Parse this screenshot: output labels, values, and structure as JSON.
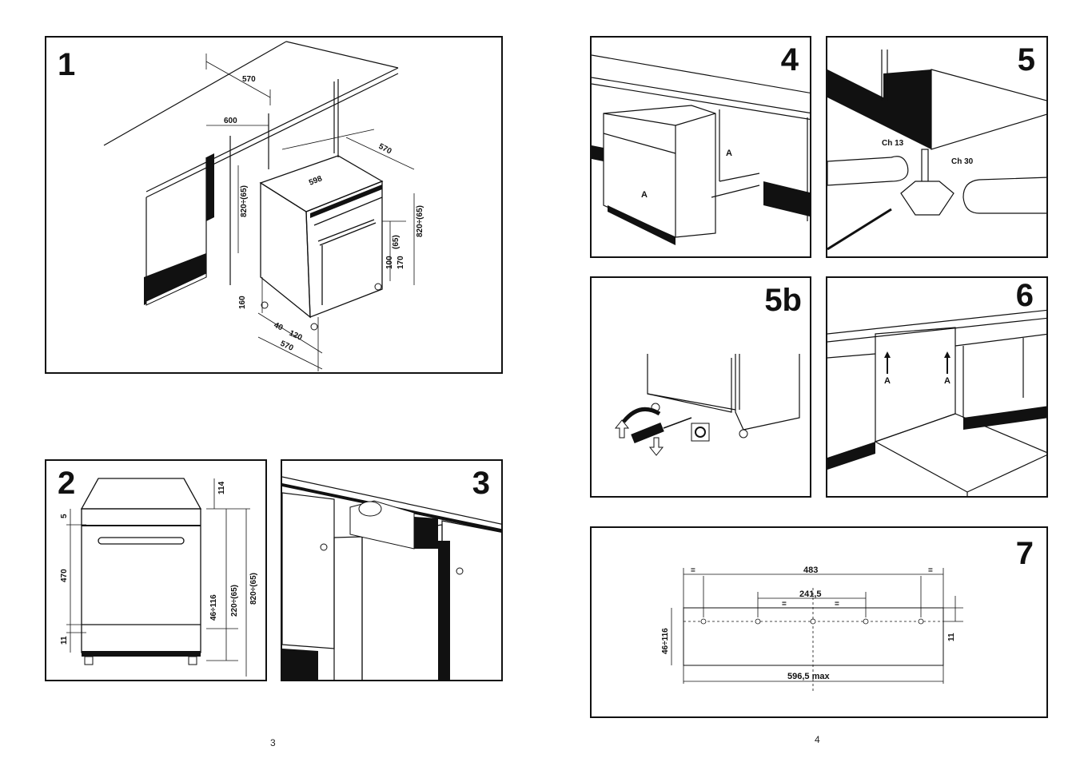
{
  "panels": {
    "p1": {
      "number": "1",
      "dims": {
        "top_depth": "570",
        "niche_width": "600",
        "top_width": "598",
        "side_depth": "570",
        "height_left": "820÷(65)",
        "height_right": "820÷(65)",
        "plinth_adj": "(65)",
        "plinth_100": "100",
        "plinth_170": "170",
        "foot_h": "160",
        "foot_40": "40",
        "foot_120": "120",
        "bottom_depth": "570"
      }
    },
    "p2": {
      "number": "2",
      "dims": {
        "top": "114",
        "d5": "5",
        "d470": "470",
        "d11": "11",
        "d46": "46÷116",
        "d220": "220÷(65)",
        "d820": "820÷(65)"
      }
    },
    "p3": {
      "number": "3"
    },
    "p4": {
      "number": "4",
      "marks": {
        "a1": "A",
        "a2": "A"
      }
    },
    "p5": {
      "number": "5",
      "wrench1": "Ch 13",
      "wrench2": "Ch 30"
    },
    "p5b": {
      "number": "5b"
    },
    "p6": {
      "number": "6",
      "marks": {
        "a1": "A",
        "a2": "A"
      }
    },
    "p7": {
      "number": "7",
      "dims": {
        "w483": "483",
        "w241": "241,5",
        "eq": "=",
        "h46": "46÷116",
        "h11": "11",
        "wmax": "596,5 max"
      }
    }
  },
  "pages": {
    "left": "3",
    "right": "4"
  }
}
